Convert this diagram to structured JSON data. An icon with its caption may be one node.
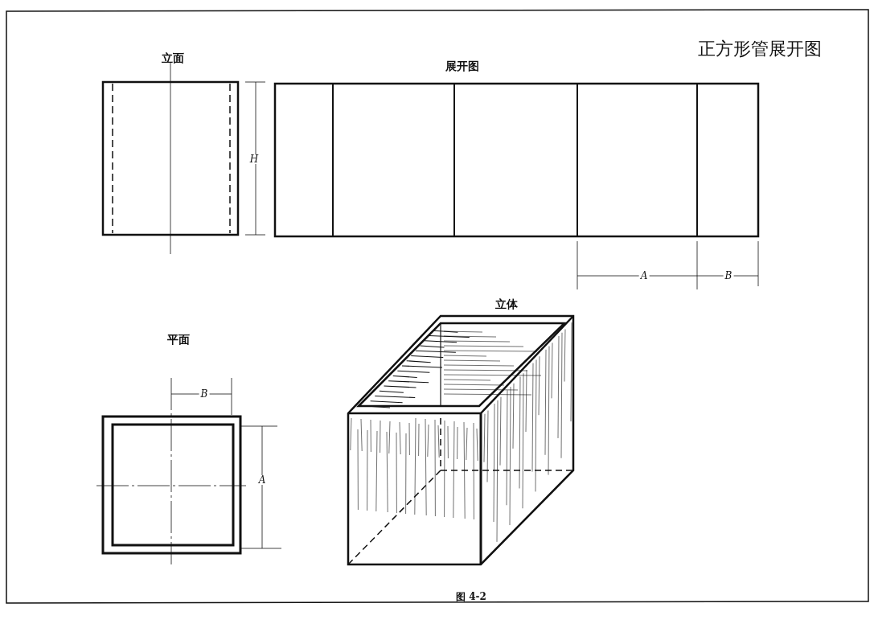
{
  "diagram": {
    "title": "正方形管展开图",
    "caption": "图 4-2",
    "nodes": [
      {
        "text": [
          "立面"
        ]
      },
      {
        "text": [
          "展开图"
        ]
      },
      {
        "text": [
          "平面"
        ]
      },
      {
        "text": [
          "立体"
        ]
      }
    ],
    "labels": [
      "H",
      "A",
      "B",
      "B",
      "A"
    ]
  }
}
